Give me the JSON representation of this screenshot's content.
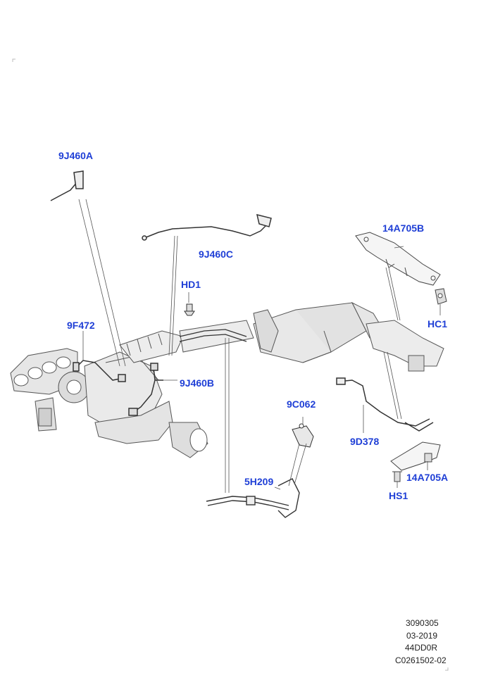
{
  "callouts": {
    "c_9j460a": "9J460A",
    "c_14a705b": "14A705B",
    "c_9j460c": "9J460C",
    "c_hd1": "HD1",
    "c_hc1": "HC1",
    "c_9f472": "9F472",
    "c_9j460b": "9J460B",
    "c_9c062": "9C062",
    "c_9d378": "9D378",
    "c_5h209": "5H209",
    "c_14a705a": "14A705A",
    "c_hs1": "HS1"
  },
  "reference": {
    "line1": "3090305",
    "line2": "03-2019",
    "line3": "44DD0R",
    "line4": "C0261502-02"
  },
  "colors": {
    "callout_text": "#1f3fd6",
    "line_art": "#444444",
    "part_shade": "#bdbdbd"
  }
}
